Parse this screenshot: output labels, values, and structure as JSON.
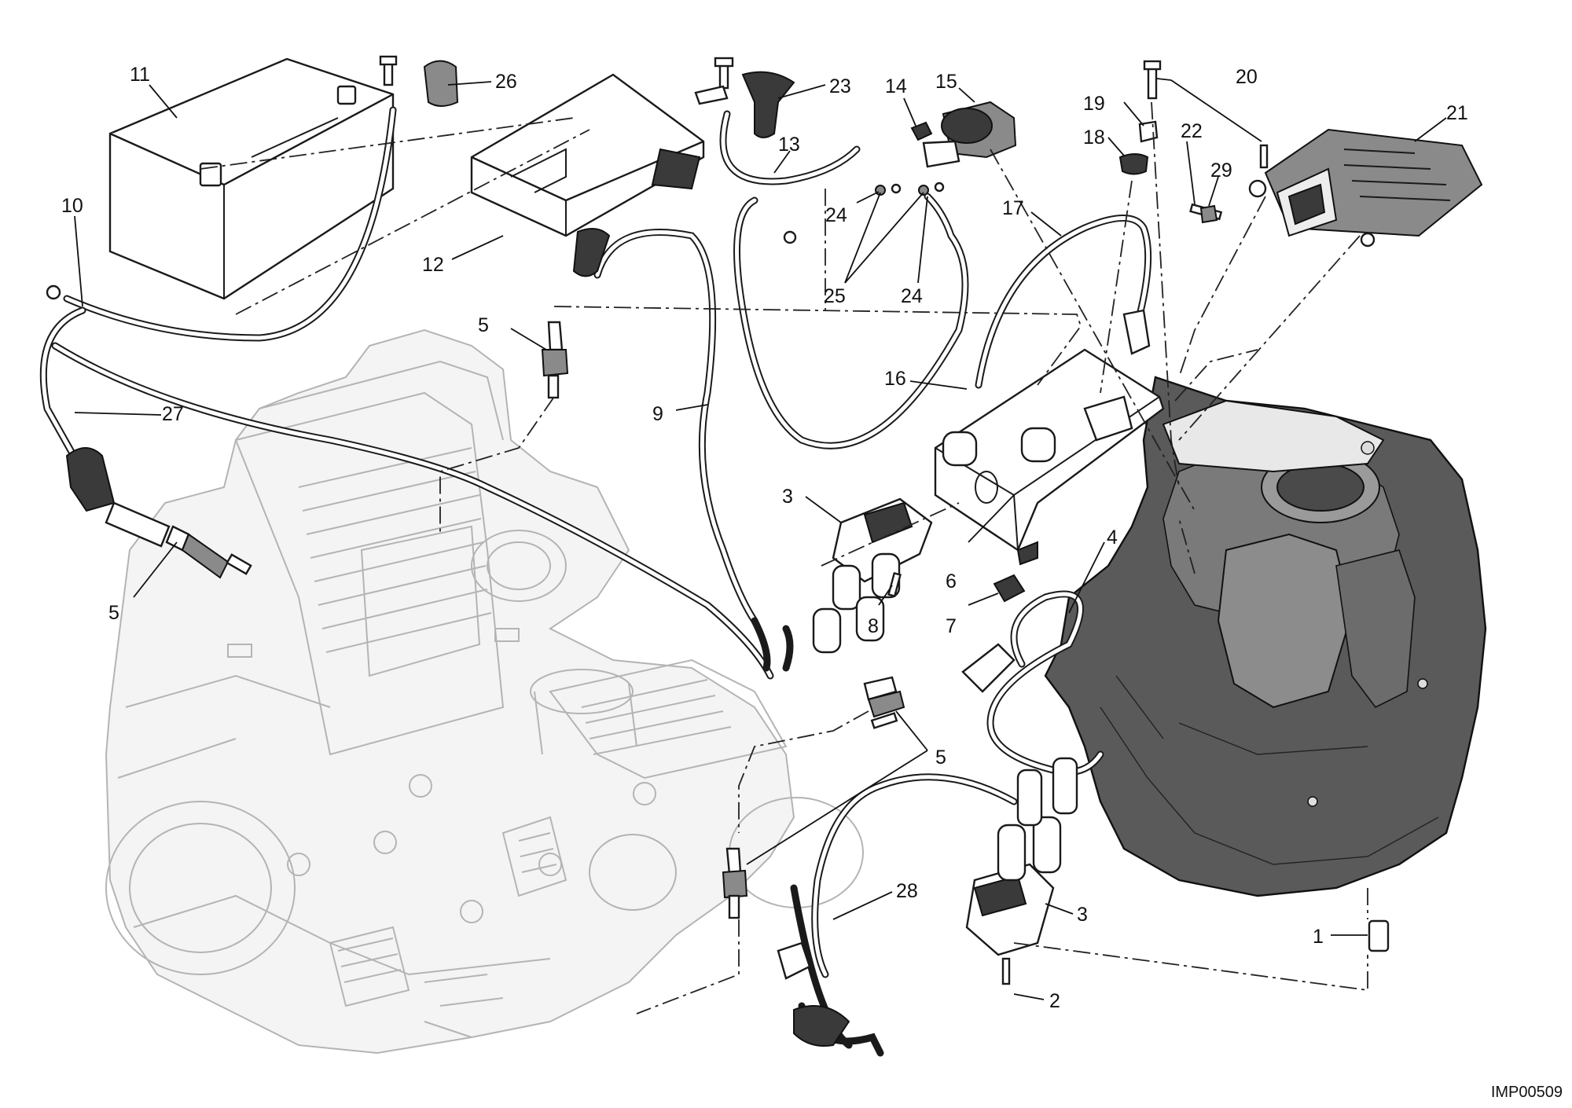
{
  "diagram": {
    "image_code": "IMP00509",
    "callouts": [
      {
        "id": "c11",
        "label": "11"
      },
      {
        "id": "c26",
        "label": "26"
      },
      {
        "id": "c23",
        "label": "23"
      },
      {
        "id": "c13",
        "label": "13"
      },
      {
        "id": "c14",
        "label": "14"
      },
      {
        "id": "c15",
        "label": "15"
      },
      {
        "id": "c20",
        "label": "20"
      },
      {
        "id": "c19",
        "label": "19"
      },
      {
        "id": "c18",
        "label": "18"
      },
      {
        "id": "c22",
        "label": "22"
      },
      {
        "id": "c29",
        "label": "29"
      },
      {
        "id": "c21",
        "label": "21"
      },
      {
        "id": "c10",
        "label": "10"
      },
      {
        "id": "c12",
        "label": "12"
      },
      {
        "id": "c24a",
        "label": "24"
      },
      {
        "id": "c25",
        "label": "25"
      },
      {
        "id": "c24b",
        "label": "24"
      },
      {
        "id": "c17",
        "label": "17"
      },
      {
        "id": "c5a",
        "label": "5"
      },
      {
        "id": "c27",
        "label": "27"
      },
      {
        "id": "c9",
        "label": "9"
      },
      {
        "id": "c16",
        "label": "16"
      },
      {
        "id": "c3a",
        "label": "3"
      },
      {
        "id": "c5b",
        "label": "5"
      },
      {
        "id": "c8",
        "label": "8"
      },
      {
        "id": "c6",
        "label": "6"
      },
      {
        "id": "c7",
        "label": "7"
      },
      {
        "id": "c4",
        "label": "4"
      },
      {
        "id": "c5c",
        "label": "5"
      },
      {
        "id": "c28",
        "label": "28"
      },
      {
        "id": "c3b",
        "label": "3"
      },
      {
        "id": "c1",
        "label": "1"
      },
      {
        "id": "c2",
        "label": "2"
      }
    ]
  }
}
